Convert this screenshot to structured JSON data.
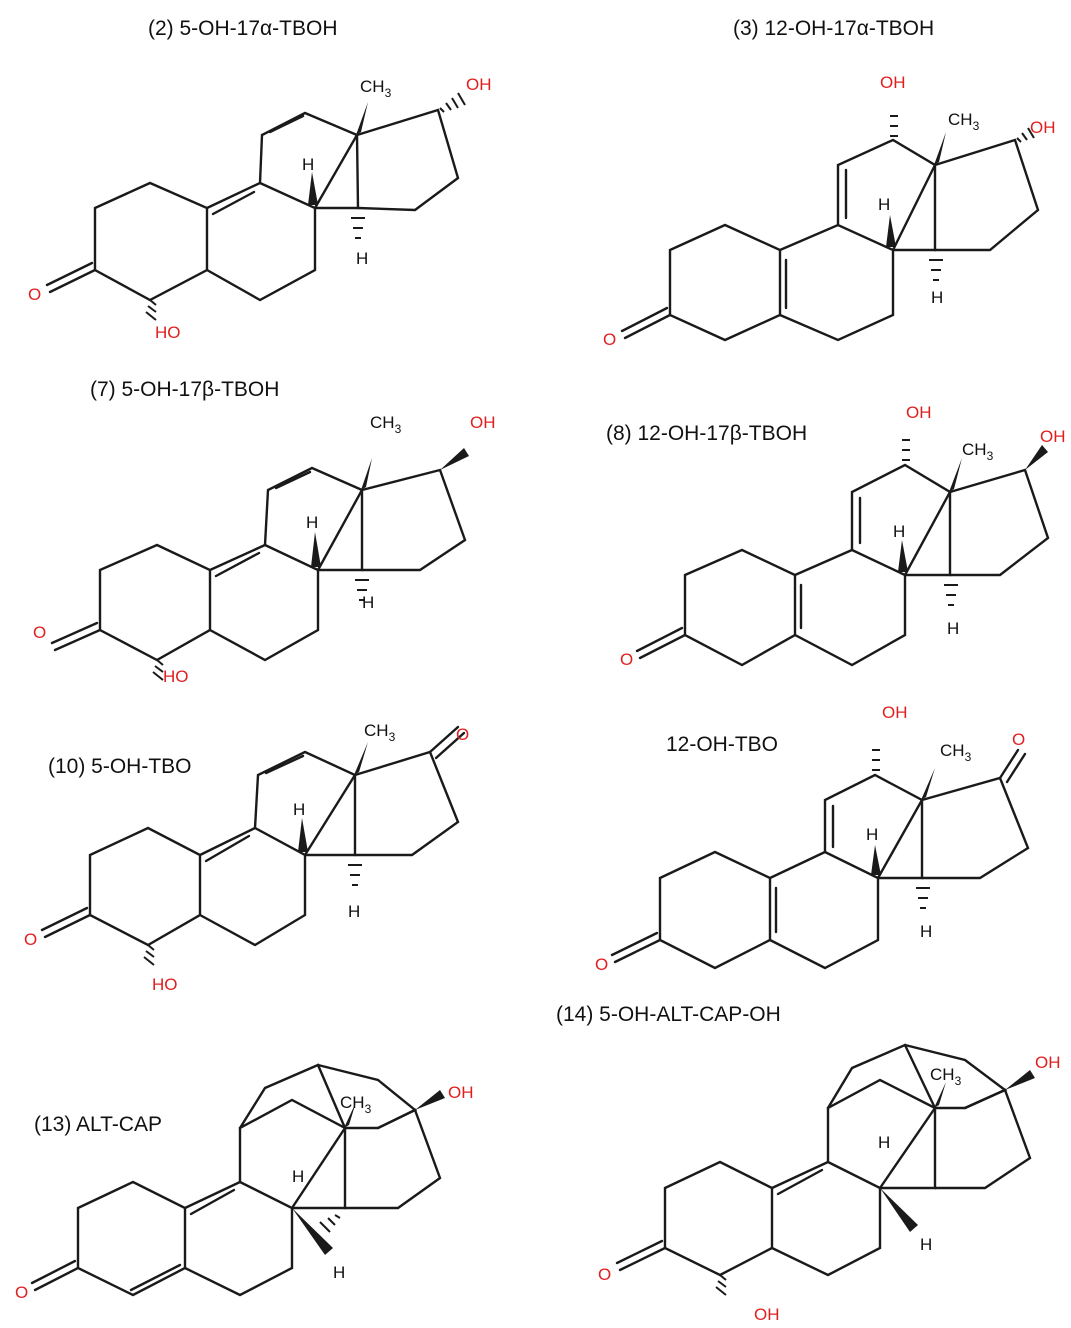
{
  "colors": {
    "bond": "#1a1a1a",
    "heteroatom": "#e02020",
    "text": "#111111"
  },
  "atom_labels": {
    "oxygen": "O",
    "hydroxyl_right": "OH",
    "hydroxyl_left": "HO",
    "hydrogen": "H",
    "methyl": "CH",
    "methyl_sub": "3"
  },
  "compounds": [
    {
      "id": "c2",
      "caption": "(2) 5-OH-17α-TBOH"
    },
    {
      "id": "c3",
      "caption": "(3) 12-OH-17α-TBOH"
    },
    {
      "id": "c7",
      "caption": "(7) 5-OH-17β-TBOH"
    },
    {
      "id": "c8",
      "caption": "(8) 12-OH-17β-TBOH"
    },
    {
      "id": "c10",
      "caption": "(10) 5-OH-TBO"
    },
    {
      "id": "c12",
      "caption": "12-OH-TBO"
    },
    {
      "id": "c13",
      "caption": "(13) ALT-CAP"
    },
    {
      "id": "c14",
      "caption": "(14) 5-OH-ALT-CAP-OH"
    }
  ]
}
